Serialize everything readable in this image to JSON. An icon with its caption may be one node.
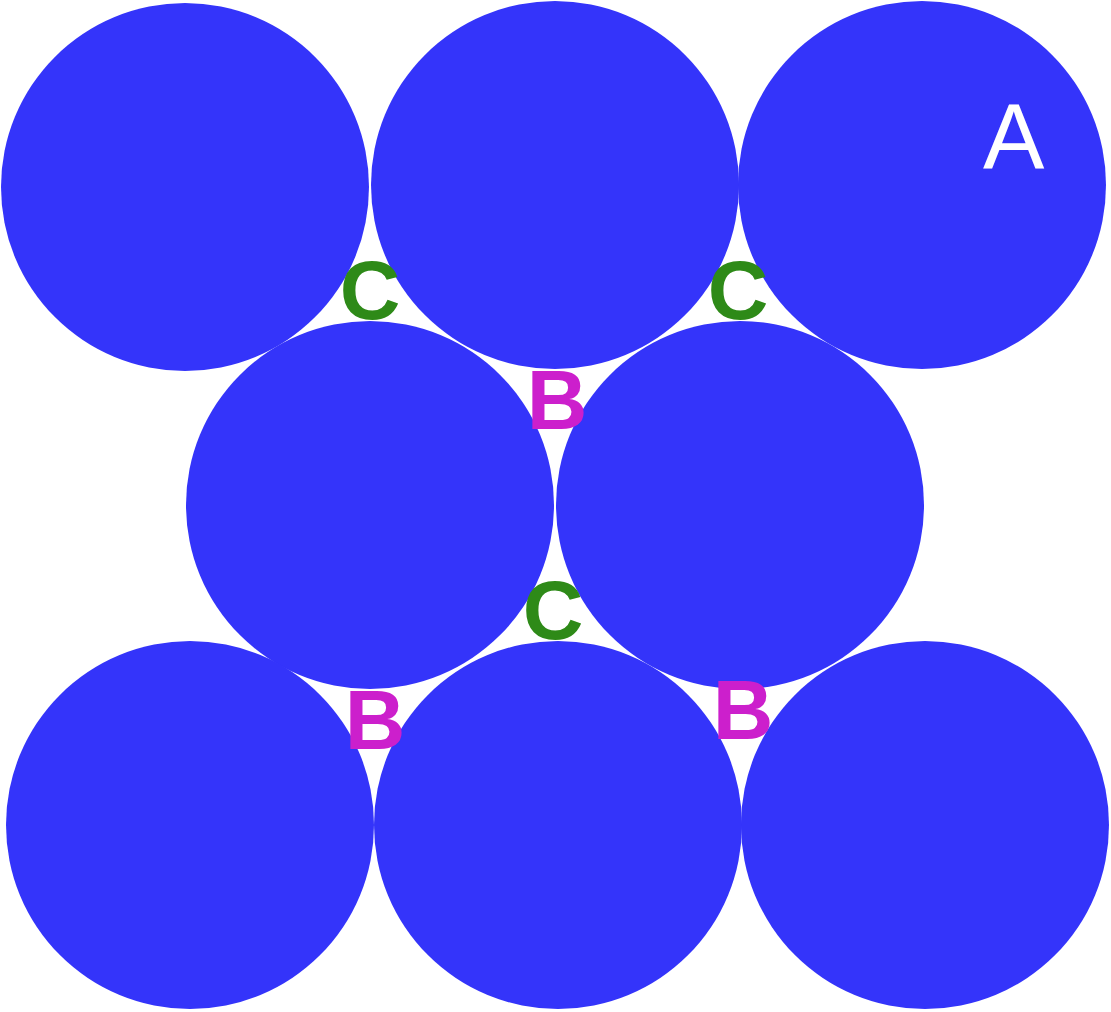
{
  "diagram": {
    "nodes": [
      {
        "text": [],
        "shape": "circle"
      },
      {
        "text": [],
        "shape": "circle"
      },
      {
        "text": [
          "A"
        ]
      },
      {
        "text": [],
        "shape": "circle"
      },
      {
        "text": [],
        "shape": "circle"
      },
      {
        "text": [],
        "shape": "circle"
      },
      {
        "text": [],
        "shape": "circle"
      },
      {
        "text": [],
        "shape": "circle"
      }
    ],
    "labels": [
      "C",
      "C",
      "B",
      "C",
      "B",
      "B"
    ]
  }
}
